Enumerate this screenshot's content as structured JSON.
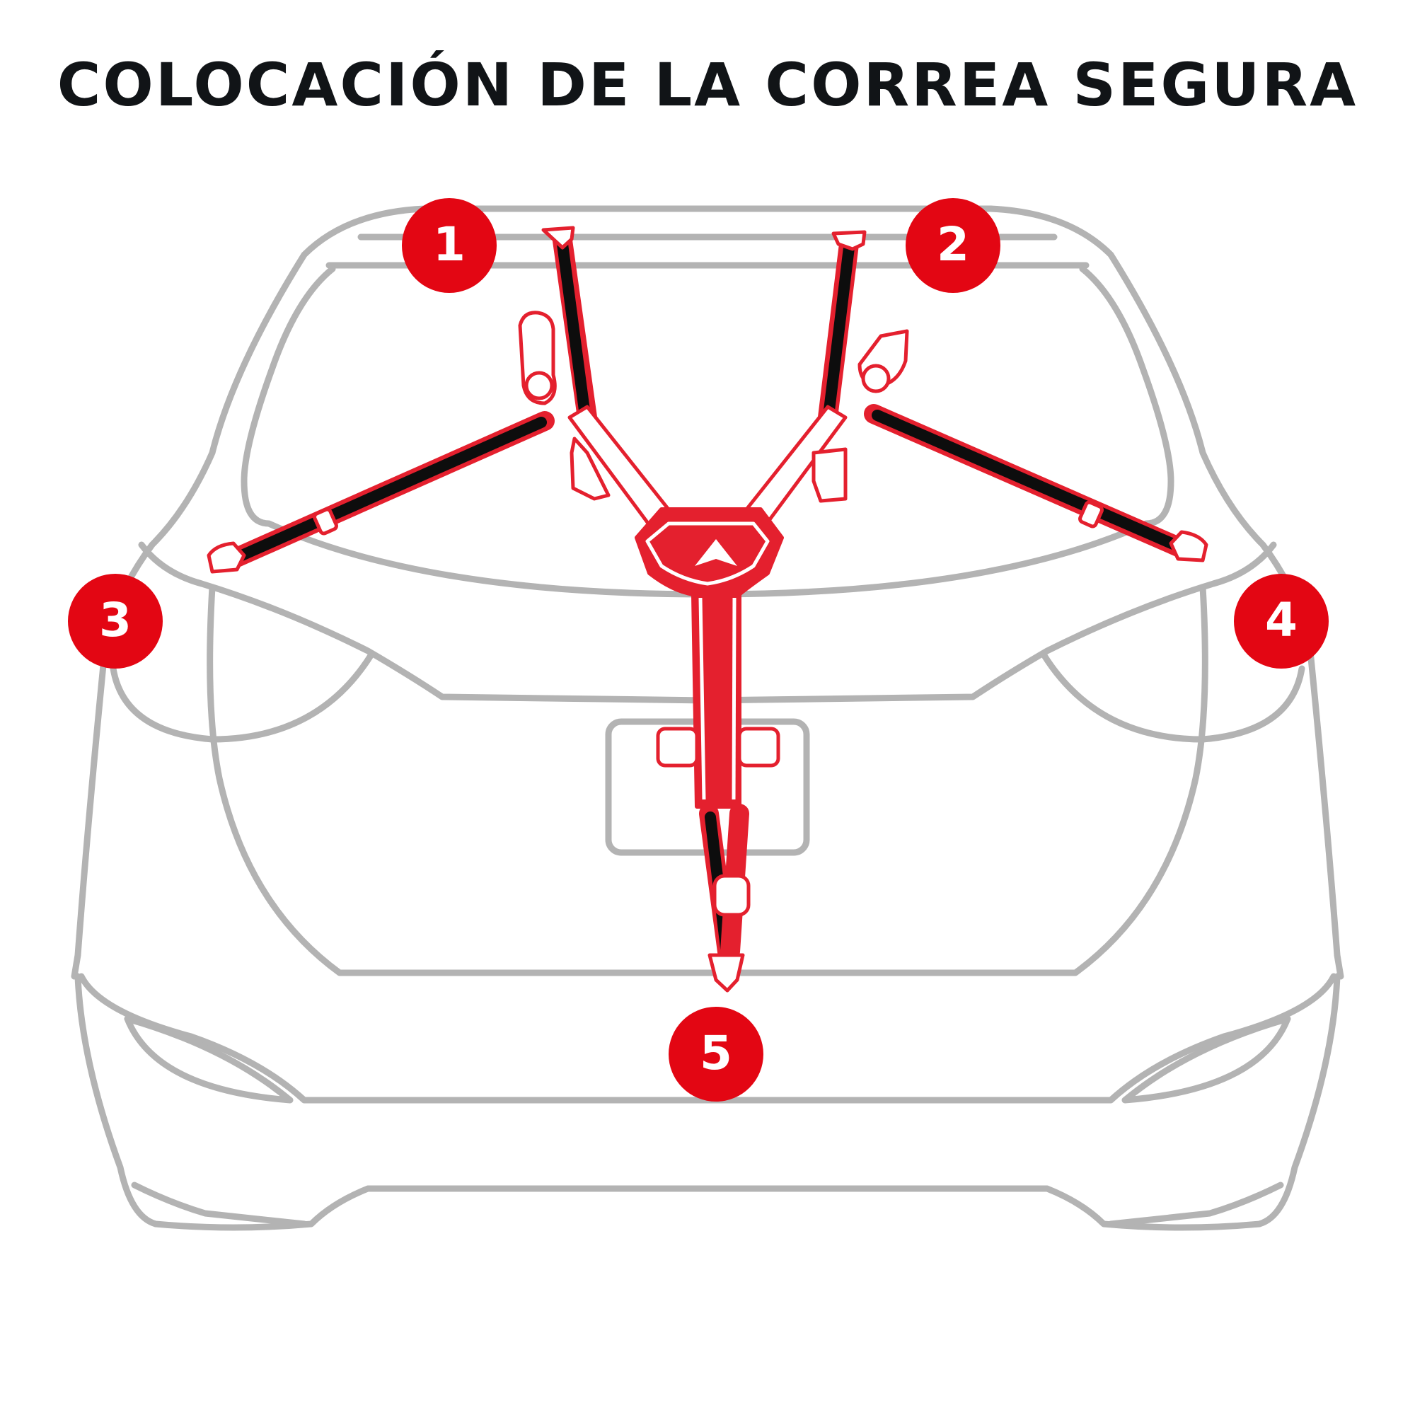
{
  "title": "COLOCACIÓN DE LA CORREA SEGURA",
  "markers": [
    {
      "label": "1"
    },
    {
      "label": "2"
    },
    {
      "label": "3"
    },
    {
      "label": "4"
    },
    {
      "label": "5"
    }
  ],
  "colors": {
    "accent_red": "#e30613",
    "strap_red": "#e4202e",
    "strap_black": "#0d0d0d",
    "car_outline": "#b3b3b3",
    "title_text": "#111417"
  }
}
